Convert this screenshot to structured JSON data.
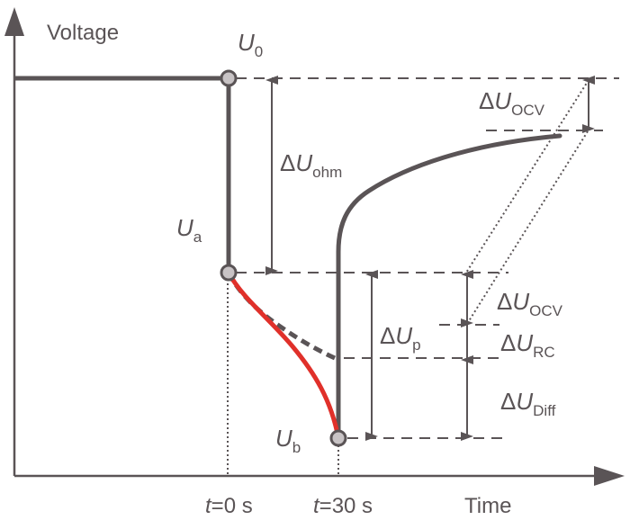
{
  "title": "Voltage response during pulse test",
  "axes": {
    "y_label": "Voltage",
    "x_label": "Time"
  },
  "time_ticks": [
    {
      "var": "t",
      "text": "=0 s"
    },
    {
      "var": "t",
      "text": "=30 s"
    }
  ],
  "points": {
    "u0": {
      "main": "U",
      "sub": "0"
    },
    "ua": {
      "main": "U",
      "sub": "a"
    },
    "ub": {
      "main": "U",
      "sub": "b"
    }
  },
  "annotations": {
    "ohm": {
      "delta": "Δ",
      "main": "U",
      "sub": "ohm"
    },
    "ocv_top": {
      "delta": "Δ",
      "main": "U",
      "sub": "OCV"
    },
    "p": {
      "delta": "Δ",
      "main": "U",
      "sub": "p"
    },
    "ocv_low": {
      "delta": "Δ",
      "main": "U",
      "sub": "OCV"
    },
    "rc": {
      "delta": "Δ",
      "main": "U",
      "sub": "RC"
    },
    "diff": {
      "delta": "Δ",
      "main": "U",
      "sub": "Diff"
    }
  },
  "colors": {
    "line": "#5a5456",
    "highlight": "#e0302a",
    "marker_fill": "#c8c3c5"
  }
}
